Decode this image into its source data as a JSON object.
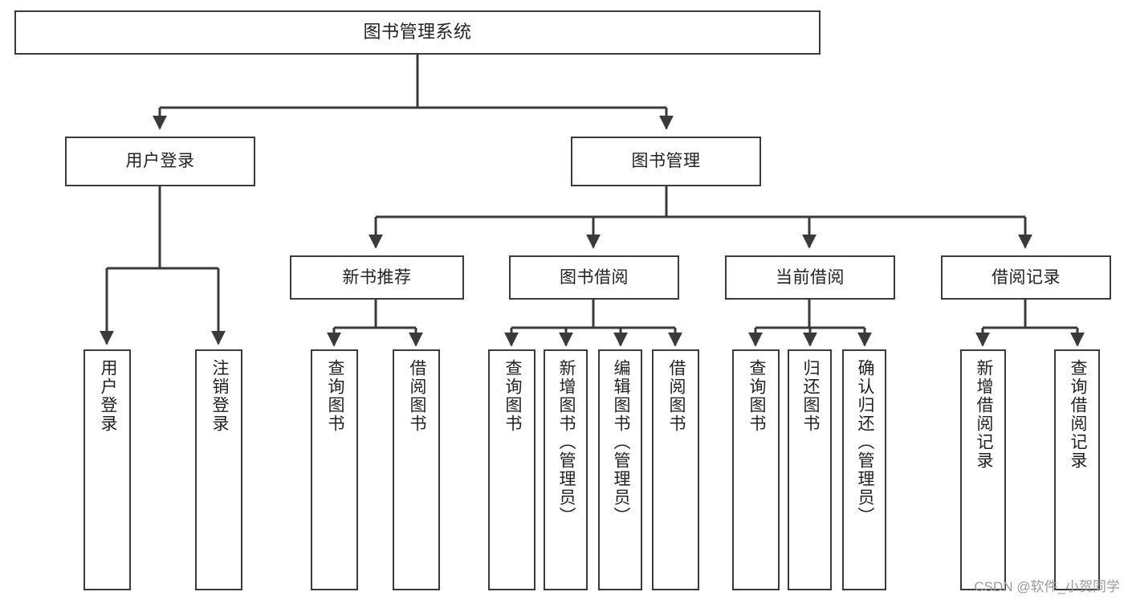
{
  "diagram": {
    "type": "hierarchy-tree",
    "title": "图书管理系统",
    "watermark": "CSDN @软件_小贺同学",
    "line_color": "#3a3a3a",
    "box_fill": "#ffffff",
    "text_color": "#222222",
    "nodes": {
      "root": {
        "label": "图书管理系统",
        "level": 1
      },
      "l2_1": {
        "label": "用户登录",
        "level": 2
      },
      "l2_2": {
        "label": "图书管理",
        "level": 2
      },
      "l3_1": {
        "label": "新书推荐",
        "level": 3
      },
      "l3_2": {
        "label": "图书借阅",
        "level": 3
      },
      "l3_3": {
        "label": "当前借阅",
        "level": 3
      },
      "l3_4": {
        "label": "借阅记录",
        "level": 3
      },
      "leaf_1": {
        "label": "用户登录",
        "level": 4
      },
      "leaf_2": {
        "label": "注销登录",
        "level": 4
      },
      "leaf_3": {
        "label": "查询图书",
        "level": 4
      },
      "leaf_4": {
        "label": "借阅图书",
        "level": 4
      },
      "leaf_5": {
        "label": "查询图书",
        "level": 4
      },
      "leaf_6": {
        "label": "新增图书（管理员）",
        "level": 4
      },
      "leaf_7": {
        "label": "编辑图书（管理员）",
        "level": 4
      },
      "leaf_8": {
        "label": "借阅图书",
        "level": 4
      },
      "leaf_9": {
        "label": "查询图书",
        "level": 4
      },
      "leaf_10": {
        "label": "归还图书",
        "level": 4
      },
      "leaf_11": {
        "label": "确认归还（管理员）",
        "level": 4
      },
      "leaf_12": {
        "label": "新增借阅记录",
        "level": 4
      },
      "leaf_13": {
        "label": "查询借阅记录",
        "level": 4
      }
    },
    "edges": [
      {
        "from": "root",
        "to": "l2_1"
      },
      {
        "from": "root",
        "to": "l2_2"
      },
      {
        "from": "l2_2",
        "to": "l3_1"
      },
      {
        "from": "l2_2",
        "to": "l3_2"
      },
      {
        "from": "l2_2",
        "to": "l3_3"
      },
      {
        "from": "l2_2",
        "to": "l3_4"
      },
      {
        "from": "l2_1",
        "to": "leaf_1"
      },
      {
        "from": "l2_1",
        "to": "leaf_2"
      },
      {
        "from": "l3_1",
        "to": "leaf_3"
      },
      {
        "from": "l3_1",
        "to": "leaf_4"
      },
      {
        "from": "l3_2",
        "to": "leaf_5"
      },
      {
        "from": "l3_2",
        "to": "leaf_6"
      },
      {
        "from": "l3_2",
        "to": "leaf_7"
      },
      {
        "from": "l3_2",
        "to": "leaf_8"
      },
      {
        "from": "l3_3",
        "to": "leaf_9"
      },
      {
        "from": "l3_3",
        "to": "leaf_10"
      },
      {
        "from": "l3_3",
        "to": "leaf_11"
      },
      {
        "from": "l3_4",
        "to": "leaf_12"
      },
      {
        "from": "l3_4",
        "to": "leaf_13"
      }
    ]
  }
}
